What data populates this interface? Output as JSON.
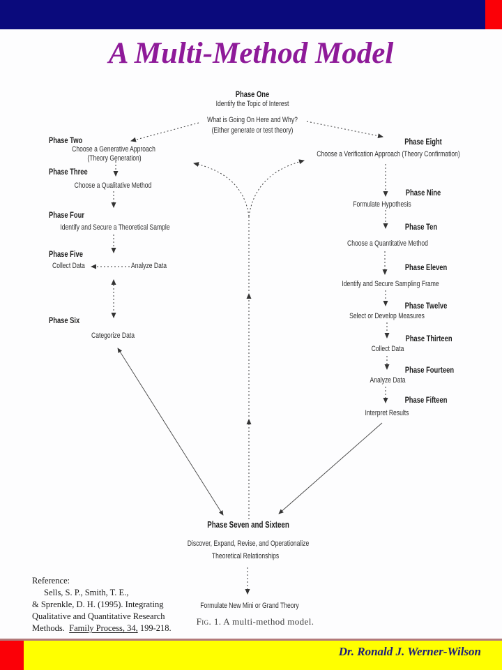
{
  "slide": {
    "title": "A Multi-Method Model",
    "credit": "Dr. Ronald J. Werner-Wilson"
  },
  "colors": {
    "top_bar_navy": "#0a0a7c",
    "accent_red": "#fb0007",
    "bottom_bar_yellow": "#ffff00",
    "title_purple": "#8e1a99",
    "credit_navy": "#1c1c7c",
    "diagram_ink": "#2d2d2d"
  },
  "diagram": {
    "phase1": {
      "title": "Phase One",
      "line1": "Identify the Topic of Interest",
      "line2": "What is Going On Here and Why?",
      "line3": "(Either generate or test theory)"
    },
    "phase2": {
      "title": "Phase Two",
      "line1": "Choose a Generative Approach",
      "line2": "(Theory Generation)"
    },
    "phase3": {
      "title": "Phase Three",
      "line1": "Choose a Qualitative Method"
    },
    "phase4": {
      "title": "Phase Four",
      "line1": "Identify and Secure a Theoretical Sample"
    },
    "phase5": {
      "title": "Phase Five",
      "collect": "Collect Data",
      "analyze": "Analyze Data"
    },
    "phase6": {
      "title": "Phase Six",
      "line1": "Categorize Data"
    },
    "phase7_16": {
      "title": "Phase Seven and Sixteen",
      "line1": "Discover, Expand,  Revise, and Operationalize",
      "line2": "Theoretical Relationships"
    },
    "phase8": {
      "title": "Phase Eight",
      "line1": "Choose a Verification Approach (Theory Confirmation)"
    },
    "phase9": {
      "title": "Phase Nine",
      "line1": "Formulate Hypothesis"
    },
    "phase10": {
      "title": "Phase Ten",
      "line1": "Choose a Quantitative Method"
    },
    "phase11": {
      "title": "Phase Eleven",
      "line1": "Identify and Secure Sampling Frame"
    },
    "phase12": {
      "title": "Phase Twelve",
      "line1": "Select or Develop Measures"
    },
    "phase13": {
      "title": "Phase Thirteen",
      "line1": "Collect Data"
    },
    "phase14": {
      "title": "Phase Fourteen",
      "line1": "Analyze Data"
    },
    "phase15": {
      "title": "Phase Fifteen",
      "line1": "Interpret Results"
    },
    "final_step": "Formulate New Mini or Grand Theory",
    "figure_caption_label": "Fig. 1.",
    "figure_caption_text": "  A multi-method model."
  },
  "reference": {
    "heading": "Reference:",
    "line2": "Sells, S. P., Smith, T. E.,",
    "line3": "& Sprenkle, D. H. (1995). Integrating",
    "line4": "Qualitative and Quantitative Research",
    "line5_pre": "Methods.  ",
    "line5_underlined": "Family Process, 34,",
    "line5_post": " 199-218."
  }
}
